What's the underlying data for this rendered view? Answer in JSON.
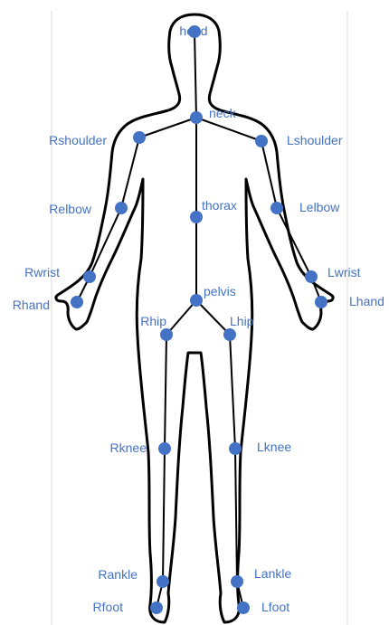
{
  "colors": {
    "joint": "#4472c4",
    "label": "#4472c4",
    "bone": "#000000"
  },
  "joints": [
    {
      "id": "head",
      "label": "head"
    },
    {
      "id": "neck",
      "label": "neck"
    },
    {
      "id": "rshoulder",
      "label": "Rshoulder"
    },
    {
      "id": "lshoulder",
      "label": "Lshoulder"
    },
    {
      "id": "relbow",
      "label": "Relbow"
    },
    {
      "id": "lelbow",
      "label": "Lelbow"
    },
    {
      "id": "thorax",
      "label": "thorax"
    },
    {
      "id": "rwrist",
      "label": "Rwrist"
    },
    {
      "id": "lwrist",
      "label": "Lwrist"
    },
    {
      "id": "rhand",
      "label": "Rhand"
    },
    {
      "id": "lhand",
      "label": "Lhand"
    },
    {
      "id": "pelvis",
      "label": "pelvis"
    },
    {
      "id": "rhip",
      "label": "Rhip"
    },
    {
      "id": "lhip",
      "label": "Lhip"
    },
    {
      "id": "rknee",
      "label": "Rknee"
    },
    {
      "id": "lknee",
      "label": "Lknee"
    },
    {
      "id": "rankle",
      "label": "Rankle"
    },
    {
      "id": "lankle",
      "label": "Lankle"
    },
    {
      "id": "rfoot",
      "label": "Rfoot"
    },
    {
      "id": "lfoot",
      "label": "Lfoot"
    }
  ],
  "bones": [
    [
      "head",
      "neck"
    ],
    [
      "neck",
      "rshoulder"
    ],
    [
      "neck",
      "lshoulder"
    ],
    [
      "rshoulder",
      "relbow"
    ],
    [
      "relbow",
      "rwrist"
    ],
    [
      "rwrist",
      "rhand"
    ],
    [
      "lshoulder",
      "lelbow"
    ],
    [
      "lelbow",
      "lwrist"
    ],
    [
      "lwrist",
      "lhand"
    ],
    [
      "neck",
      "thorax"
    ],
    [
      "thorax",
      "pelvis"
    ],
    [
      "pelvis",
      "rhip"
    ],
    [
      "pelvis",
      "lhip"
    ],
    [
      "rhip",
      "rknee"
    ],
    [
      "rknee",
      "rankle"
    ],
    [
      "rankle",
      "rfoot"
    ],
    [
      "lhip",
      "lknee"
    ],
    [
      "lknee",
      "lankle"
    ],
    [
      "lankle",
      "lfoot"
    ]
  ]
}
